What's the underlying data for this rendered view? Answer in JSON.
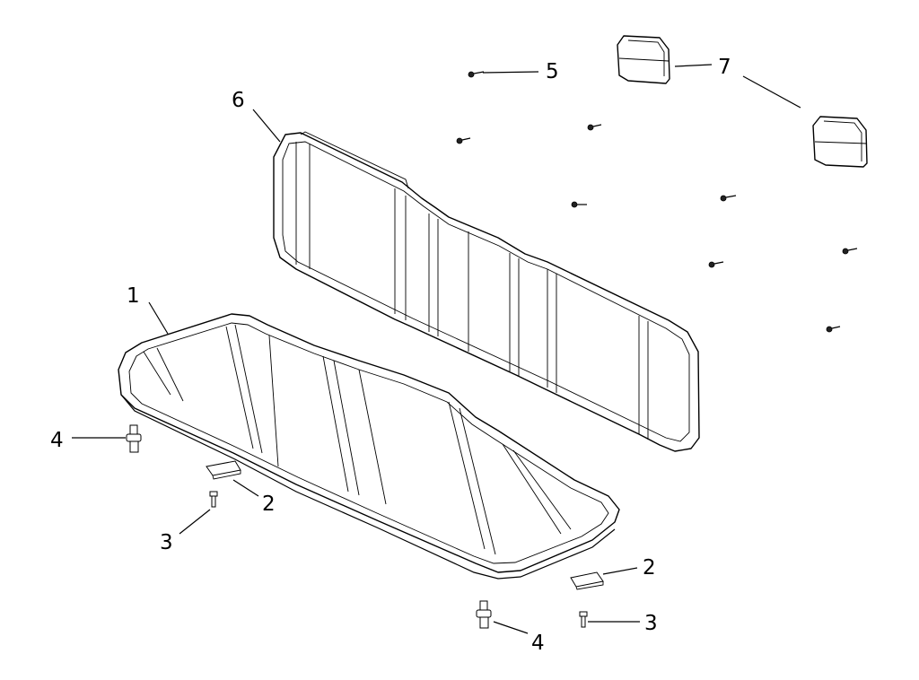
{
  "diagram": {
    "callouts": [
      {
        "id": "seat-bottom",
        "label": "1"
      },
      {
        "id": "bracket-left",
        "label": "2"
      },
      {
        "id": "bracket-right",
        "label": "2"
      },
      {
        "id": "screw-left",
        "label": "3"
      },
      {
        "id": "screw-right",
        "label": "3"
      },
      {
        "id": "stud-left",
        "label": "4"
      },
      {
        "id": "stud-right",
        "label": "4"
      },
      {
        "id": "bolt",
        "label": "5"
      },
      {
        "id": "seat-back",
        "label": "6"
      },
      {
        "id": "headrest",
        "label": "7"
      }
    ]
  }
}
